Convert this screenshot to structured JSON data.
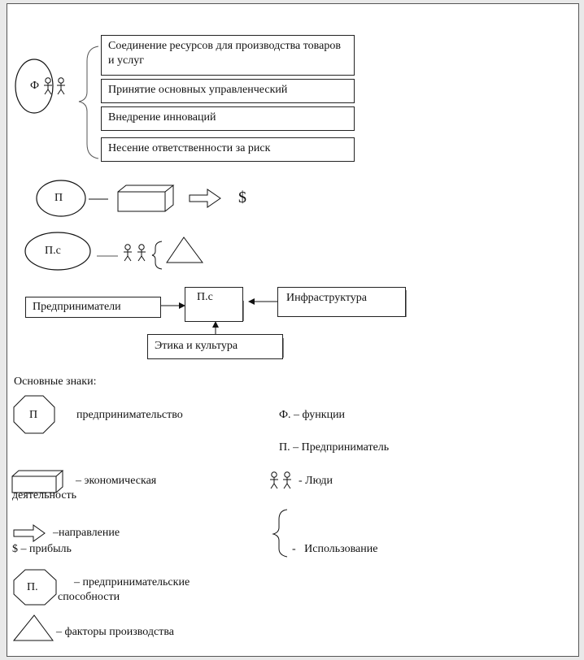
{
  "functions": {
    "symbol": "Ф",
    "items": [
      "Соединение ресурсов для производства товаров и услуг",
      "Принятие основных управленческий",
      "Внедрение инноваций",
      "Несение ответственности за риск"
    ]
  },
  "entrepreneur_row": {
    "symbol": "П",
    "profit": "$"
  },
  "ability_row": {
    "symbol": "П.с"
  },
  "system": {
    "center": "П.с",
    "left": "Предприниматели",
    "right": "Инфраструктура",
    "bottom": "Этика и культура"
  },
  "legend": {
    "title": "Основные знаки:",
    "octagon_p": {
      "symbol": "П",
      "text": "предпринимательство"
    },
    "f_func": "Ф. – функции",
    "p_entrepreneur": "П. – Предприниматель",
    "economic": "– экономическая деятельность",
    "people": "- Люди",
    "direction": "–направление",
    "profit": "$ – прибыль",
    "usage": "-   Использование",
    "octagon_ps": {
      "symbol": "П.",
      "text": "– предпринимательские способности"
    },
    "factors": "– факторы производства"
  }
}
